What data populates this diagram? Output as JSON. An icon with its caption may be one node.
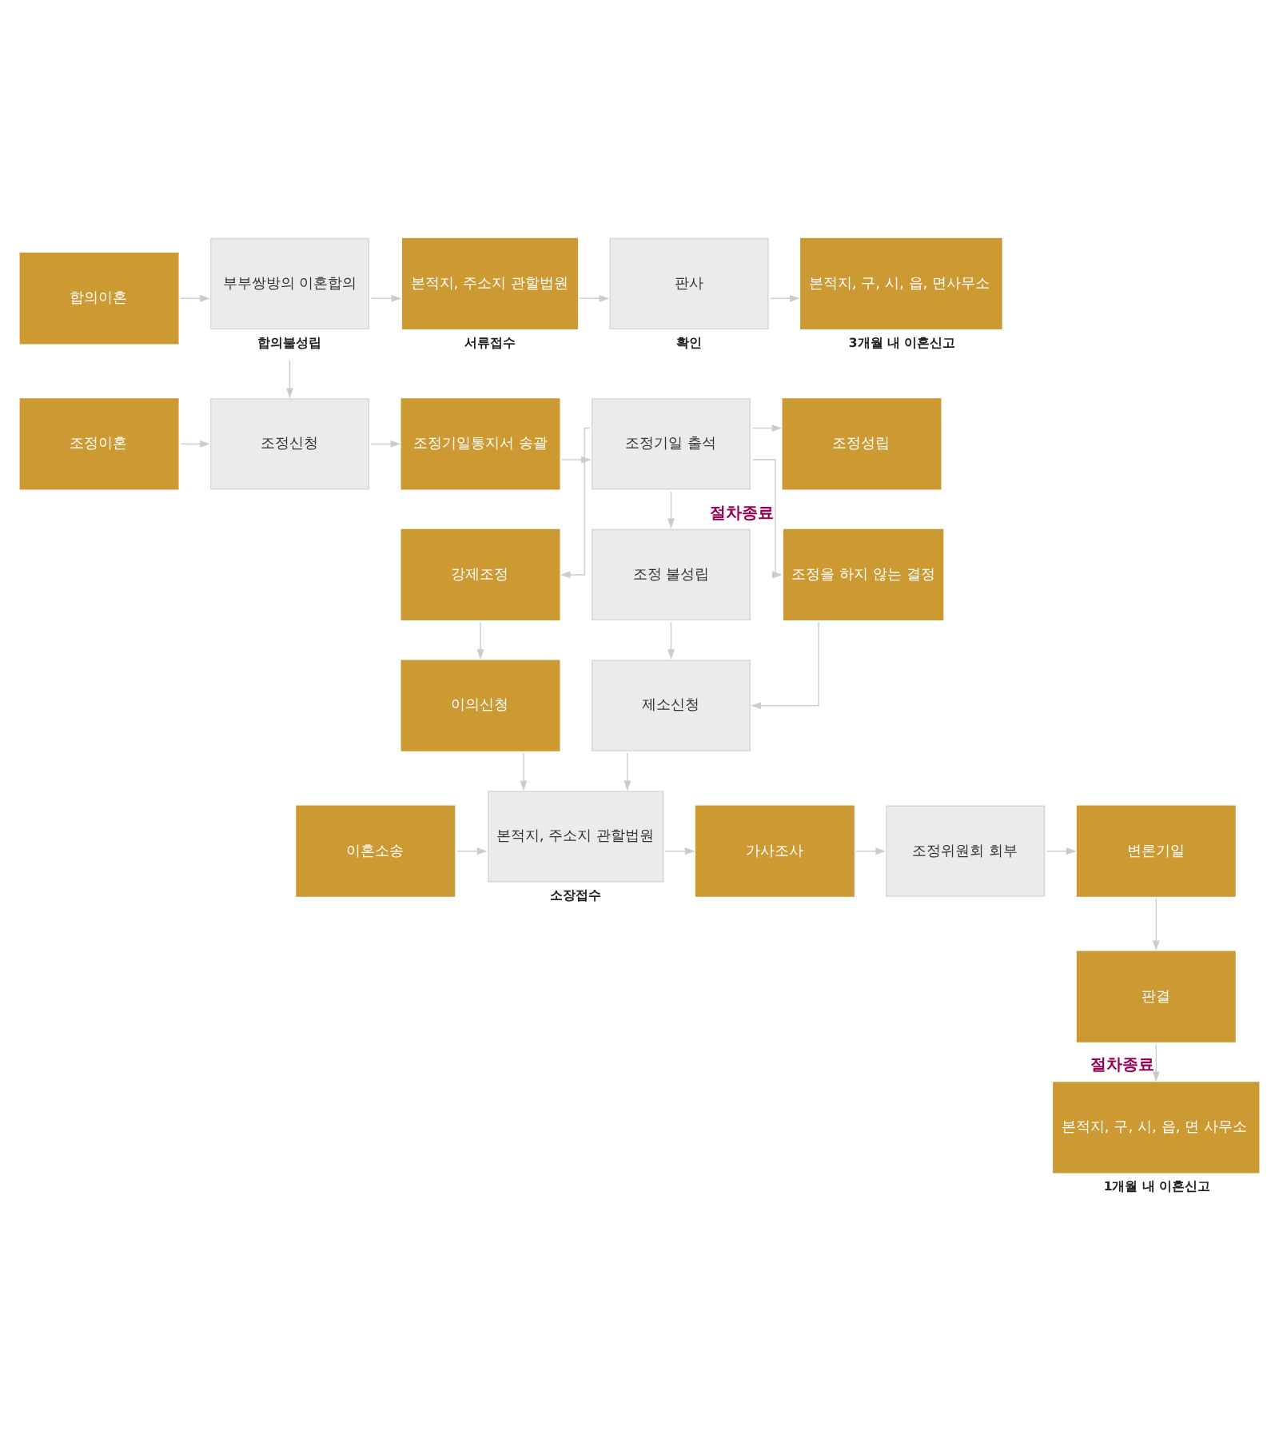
{
  "diagram": {
    "nodes": [
      {
        "text": [
          "합의이혼"
        ]
      },
      {
        "text": [
          "부부쌍방의 이혼합의"
        ],
        "beside": [
          "합의불성립"
        ]
      },
      {
        "text": [
          "본적지, 주소지 관할법원"
        ],
        "beside": [
          "서류접수"
        ]
      },
      {
        "text": [
          "판사"
        ],
        "beside": [
          "확인"
        ]
      },
      {
        "text": [
          "본적지, 구, 시, 읍, 면사무소"
        ],
        "beside": [
          "3개월 내 이혼신고"
        ]
      },
      {
        "text": [
          "조정이혼"
        ]
      },
      {
        "text": [
          "조정신청"
        ]
      },
      {
        "text": [
          "조정기일통지서 송괄"
        ]
      },
      {
        "text": [
          "조정기일 출석"
        ]
      },
      {
        "text": [
          "조정성립"
        ]
      },
      {
        "text": [
          "강제조정"
        ]
      },
      {
        "text": [
          "조정 불성립"
        ]
      },
      {
        "text": [
          "조정을 하지 않는 결정"
        ]
      },
      {
        "text": [
          "이의신청"
        ]
      },
      {
        "text": [
          "제소신청"
        ]
      },
      {
        "text": [
          "이혼소송"
        ]
      },
      {
        "text": [
          "본적지, 주소지 관할법원"
        ],
        "beside": [
          "소장접수"
        ]
      },
      {
        "text": [
          "가사조사"
        ]
      },
      {
        "text": [
          "조정위원회 회부"
        ]
      },
      {
        "text": [
          "변론기일"
        ]
      },
      {
        "text": [
          "판결"
        ]
      },
      {
        "text": [
          "본적지, 구, 시, 읍, 면 사무소"
        ],
        "beside": [
          "1개월 내 이혼신고"
        ]
      }
    ],
    "edges": [
      {
        "from": 0,
        "to": 1,
        "arrow": "to"
      },
      {
        "from": 1,
        "to": 2,
        "arrow": "to"
      },
      {
        "from": 2,
        "to": 3,
        "arrow": "to"
      },
      {
        "from": 3,
        "to": 4,
        "arrow": "to"
      },
      {
        "from": 1,
        "to": 6,
        "arrow": "to"
      },
      {
        "from": 5,
        "to": 6,
        "arrow": "to"
      },
      {
        "from": 6,
        "to": 7,
        "arrow": "to"
      },
      {
        "from": 7,
        "to": 8,
        "arrow": "to"
      },
      {
        "from": 8,
        "to": 9,
        "arrow": "to"
      },
      {
        "from": 8,
        "to": 10,
        "arrow": "to"
      },
      {
        "from": 8,
        "to": 11,
        "arrow": "to"
      },
      {
        "from": 8,
        "to": 12,
        "arrow": "to",
        "label": "절차종료"
      },
      {
        "from": 10,
        "to": 13,
        "arrow": "to"
      },
      {
        "from": 11,
        "to": 14,
        "arrow": "to"
      },
      {
        "from": 12,
        "to": 14,
        "arrow": "to"
      },
      {
        "from": 13,
        "to": 16,
        "arrow": "to"
      },
      {
        "from": 14,
        "to": 16,
        "arrow": "to"
      },
      {
        "from": 15,
        "to": 16,
        "arrow": "to"
      },
      {
        "from": 16,
        "to": 17,
        "arrow": "to"
      },
      {
        "from": 17,
        "to": 18,
        "arrow": "to"
      },
      {
        "from": 18,
        "to": 19,
        "arrow": "to"
      },
      {
        "from": 19,
        "to": 20,
        "arrow": "to"
      },
      {
        "from": 20,
        "to": 21,
        "arrow": "to",
        "label": "절차종료"
      }
    ]
  }
}
